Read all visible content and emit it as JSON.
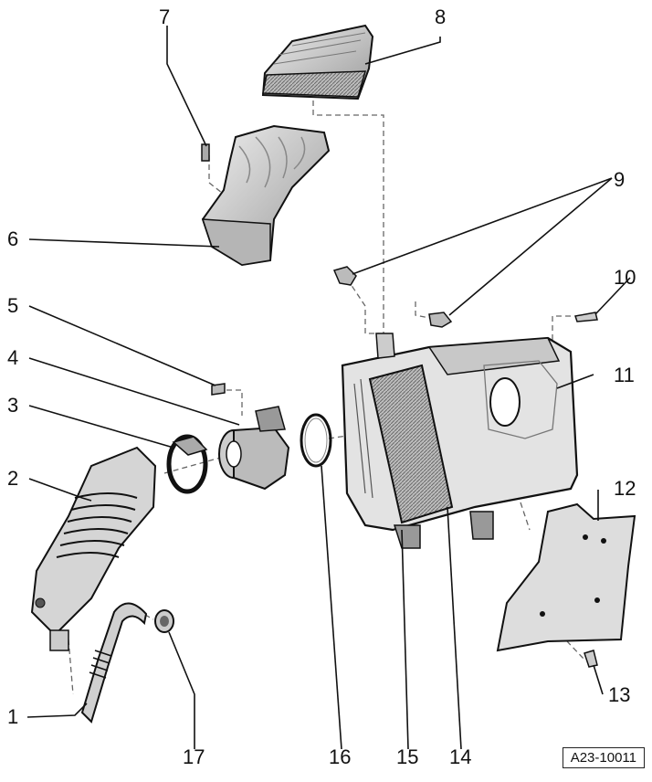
{
  "callouts": {
    "c1": "1",
    "c2": "2",
    "c3": "3",
    "c4": "4",
    "c5": "5",
    "c6": "6",
    "c7": "7",
    "c8": "8",
    "c9": "9",
    "c10": "10",
    "c11": "11",
    "c12": "12",
    "c13": "13",
    "c14": "14",
    "c15": "15",
    "c16": "16",
    "c17": "17"
  },
  "figure_code": "A23-10011",
  "colors": {
    "line": "#111111",
    "fill_light": "#d9d9d9",
    "fill_mid": "#a8a8a8",
    "fill_dark": "#555555"
  }
}
